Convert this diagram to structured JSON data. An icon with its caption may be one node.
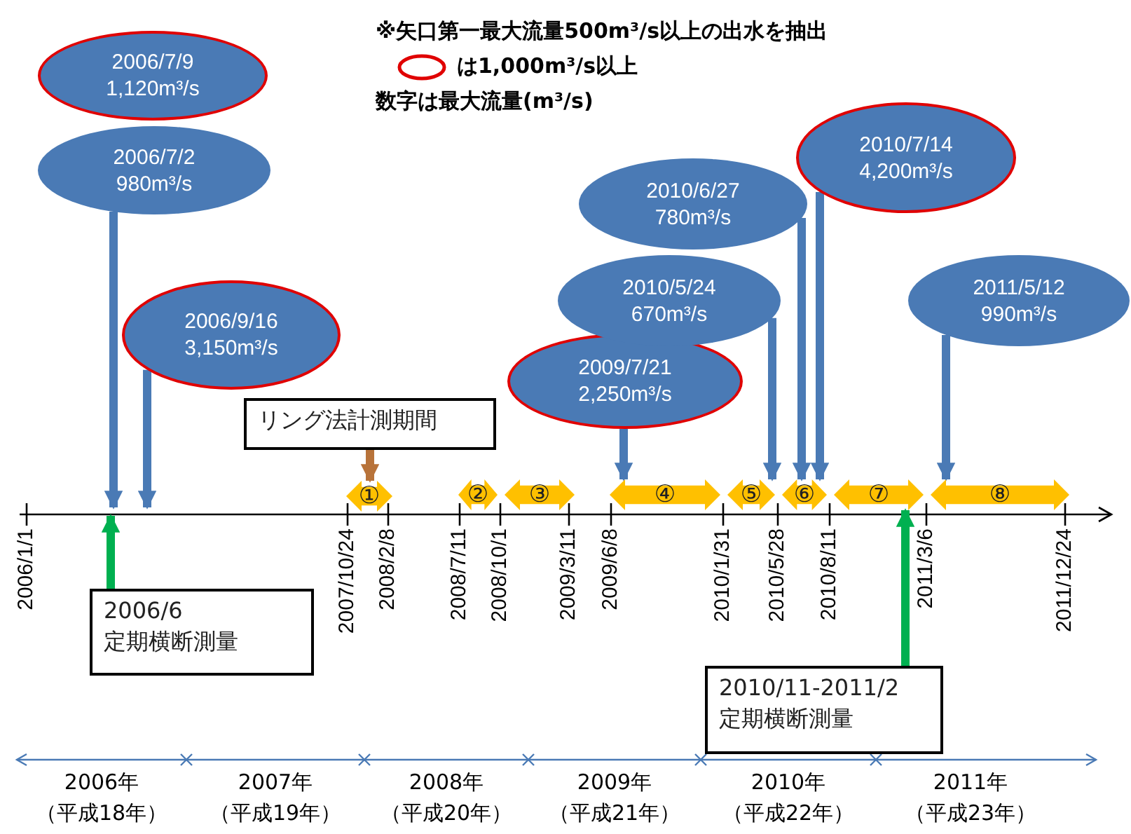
{
  "diagram": {
    "nodes": [
      {
        "text": [
          "2006/7/9",
          "1,120m³/s"
        ]
      },
      {
        "text": [
          "2006/7/2",
          "980m³/s"
        ]
      },
      {
        "text": [
          "2006/9/16",
          "3,150m³/s"
        ]
      },
      {
        "text": [
          "2009/7/21",
          "2,250m³/s"
        ]
      },
      {
        "text": [
          "2010/6/27",
          "780m³/s"
        ]
      },
      {
        "text": [
          "2010/5/24",
          "670m³/s"
        ]
      },
      {
        "text": [
          "2010/7/14",
          "4,200m³/s"
        ]
      },
      {
        "text": [
          "2011/5/12",
          "990m³/s"
        ]
      },
      {
        "text": [
          "リング法計測期間"
        ]
      },
      {
        "text": [
          "2006/6",
          "定期横断測量"
        ]
      },
      {
        "text": [
          "2010/11-2011/2",
          "定期横断測量"
        ]
      },
      {
        "text": [
          "①"
        ]
      },
      {
        "text": [
          "②"
        ]
      },
      {
        "text": [
          "③"
        ]
      },
      {
        "text": [
          "④"
        ]
      },
      {
        "text": [
          "⑤"
        ]
      },
      {
        "text": [
          "⑥"
        ]
      },
      {
        "text": [
          "⑦"
        ]
      },
      {
        "text": [
          "⑧"
        ]
      }
    ],
    "edges": [
      {
        "from": 1,
        "to": null,
        "arrow": "to"
      },
      {
        "from": 2,
        "to": null,
        "arrow": "to"
      },
      {
        "from": 3,
        "to": 14,
        "arrow": "to"
      },
      {
        "from": 5,
        "to": 15,
        "arrow": "to"
      },
      {
        "from": 4,
        "to": 16,
        "arrow": "to"
      },
      {
        "from": 6,
        "to": 16,
        "arrow": "to"
      },
      {
        "from": 7,
        "to": 18,
        "arrow": "to"
      },
      {
        "from": 8,
        "to": 11,
        "arrow": "to",
        "color": "#b8733a"
      },
      {
        "from": 9,
        "to": null,
        "arrow": "to",
        "color": "#00b050"
      },
      {
        "from": 10,
        "to": 17,
        "arrow": "to",
        "color": "#00b050"
      }
    ],
    "labels": [
      "※矢口第一最大流量500m³/s以上の出水を抽出",
      "数字は最大流量(m³/s)",
      "2006/1/1",
      "2007/10/24",
      "2008/2/8",
      "2008/7/11",
      "2008/10/1",
      "2009/3/11",
      "2009/6/8",
      "2010/1/31",
      "2010/5/28",
      "2010/8/11",
      "2011/3/6",
      "2011/12/24",
      "2006年",
      "（平成18年）",
      "2007年",
      "（平成19年）",
      "2008年",
      "（平成20年）",
      "2009年",
      "（平成21年）",
      "2010年",
      "（平成22年）",
      "2011年",
      "（平成23年）"
    ],
    "legend": [
      {
        "text": "は1,000m³/s以上"
      }
    ]
  }
}
